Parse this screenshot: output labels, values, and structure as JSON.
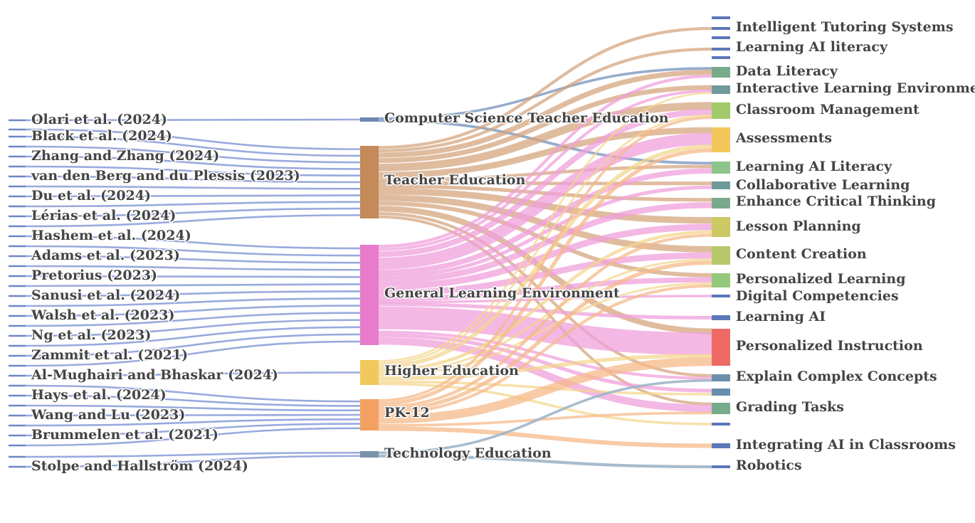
{
  "diagram": {
    "type": "sankey",
    "sources": [
      "Olari et al. (2024)",
      "Black et al. (2024)",
      "Zhang and Zhang (2024)",
      "van den Berg and du Plessis (2023)",
      "Du et al. (2024)",
      "Lérias et al. (2024)",
      "Hashem et al. (2024)",
      "Adams et al. (2023)",
      "Pretorius (2023)",
      "Sanusi et al. (2024)",
      "Walsh et al. (2023)",
      "Ng et al. (2023)",
      "Zammit et al. (2021)",
      "Al-Mughairi and Bhaskar (2024)",
      "Hays et al. (2024)",
      "Wang and Lu (2023)",
      "Brummelen et al. (2021)",
      "Stolpe and Hallström (2024)"
    ],
    "categories": [
      {
        "label": "Computer Science Teacher Education",
        "color": "#6f86b3"
      },
      {
        "label": "Teacher Education",
        "color": "#c48a5a"
      },
      {
        "label": "General Learning Environment",
        "color": "#e87ccc"
      },
      {
        "label": "Higher Education",
        "color": "#f2c85c"
      },
      {
        "label": "PK-12",
        "color": "#f4a062"
      },
      {
        "label": "Technology Education",
        "color": "#7a92a8"
      }
    ],
    "outcomes": [
      {
        "label": "Intelligent Tutoring Systems",
        "color": "#5b78b8"
      },
      {
        "label": "Learning AI literacy",
        "color": "#5b78b8"
      },
      {
        "label": "Data Literacy",
        "color": "#78ab8c"
      },
      {
        "label": "Interactive Learning Environments",
        "color": "#6f9a9a"
      },
      {
        "label": "Classroom Management",
        "color": "#a2c96a"
      },
      {
        "label": "Assessments",
        "color": "#f2c85c"
      },
      {
        "label": "Learning AI Literacy",
        "color": "#8cc48a"
      },
      {
        "label": "Collaborative Learning",
        "color": "#6f9a9a"
      },
      {
        "label": "Enhance Critical Thinking",
        "color": "#78ab8c"
      },
      {
        "label": "Lesson Planning",
        "color": "#ccc864"
      },
      {
        "label": "Content Creation",
        "color": "#b6c86a"
      },
      {
        "label": "Personalized Learning",
        "color": "#94c87a"
      },
      {
        "label": "Digital Competencies",
        "color": "#5b78b8"
      },
      {
        "label": "Learning AI",
        "color": "#5b78b8"
      },
      {
        "label": "Personalized Instruction",
        "color": "#ef6a64"
      },
      {
        "label": "Explain Complex Concepts",
        "color": "#6a8eaa"
      },
      {
        "label": "",
        "color": "#6a8eaa"
      },
      {
        "label": "Grading Tasks",
        "color": "#78ab8c"
      },
      {
        "label": "",
        "color": "#5b78b8"
      },
      {
        "label": "Integrating AI in Classrooms",
        "color": "#5b78b8"
      },
      {
        "label": "Robotics",
        "color": "#5b78b8"
      }
    ]
  }
}
